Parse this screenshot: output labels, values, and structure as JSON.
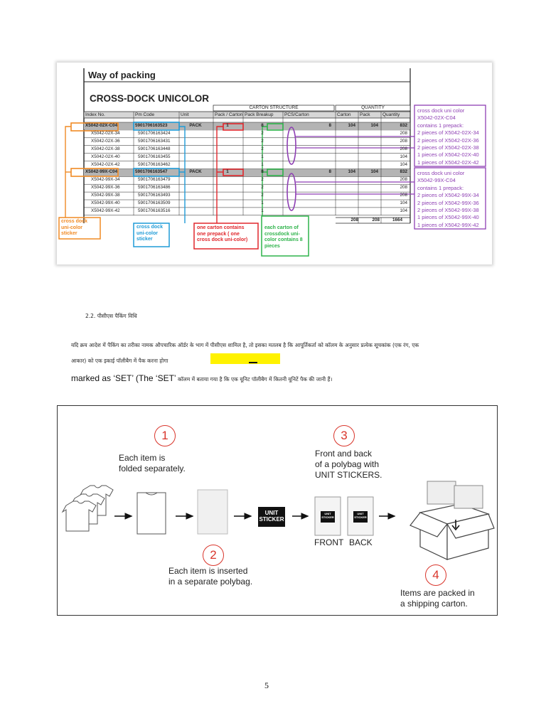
{
  "figure1": {
    "title": "Way of packing",
    "subtitle": "CROSS-DOCK UNICOLOR",
    "group_headers": {
      "carton_structure": "CARTON STRUCTURE",
      "quantity": "QUANTITY"
    },
    "columns": [
      "Index No.",
      "Pm Code",
      "Unit",
      "Pack / Carton",
      "Pack Breakup",
      "PCS/Carton",
      "Carton",
      "Pack",
      "Quantity"
    ],
    "rows": [
      {
        "index": "X5042-02X-C04",
        "code": "5901706163523",
        "unit": "PACK",
        "pack_carton": "1",
        "breakup": "8",
        "pcs": "8",
        "carton": "104",
        "pack": "104",
        "qty": "832"
      },
      {
        "index": "X5042-02X-34",
        "code": "5901706163424",
        "unit": "",
        "pack_carton": "",
        "breakup": "2",
        "pcs": "",
        "carton": "",
        "pack": "",
        "qty": "208"
      },
      {
        "index": "X5042-02X-36",
        "code": "5901706163431",
        "unit": "",
        "pack_carton": "",
        "breakup": "2",
        "pcs": "",
        "carton": "",
        "pack": "",
        "qty": "208"
      },
      {
        "index": "X5042-02X-38",
        "code": "5901706163448",
        "unit": "",
        "pack_carton": "",
        "breakup": "2",
        "pcs": "",
        "carton": "",
        "pack": "",
        "qty": "208"
      },
      {
        "index": "X5042-02X-40",
        "code": "5901706163455",
        "unit": "",
        "pack_carton": "",
        "breakup": "1",
        "pcs": "",
        "carton": "",
        "pack": "",
        "qty": "104"
      },
      {
        "index": "X5042-02X-42",
        "code": "5901706163462",
        "unit": "",
        "pack_carton": "",
        "breakup": "1",
        "pcs": "",
        "carton": "",
        "pack": "",
        "qty": "104"
      },
      {
        "index": "X5042-99X-C04",
        "code": "5901706163547",
        "unit": "PACK",
        "pack_carton": "1",
        "breakup": "8",
        "pcs": "8",
        "carton": "104",
        "pack": "104",
        "qty": "832"
      },
      {
        "index": "X5042-99X-34",
        "code": "5901706163479",
        "unit": "",
        "pack_carton": "",
        "breakup": "2",
        "pcs": "",
        "carton": "",
        "pack": "",
        "qty": "208"
      },
      {
        "index": "X5042-99X-36",
        "code": "5901706163486",
        "unit": "",
        "pack_carton": "",
        "breakup": "2",
        "pcs": "",
        "carton": "",
        "pack": "",
        "qty": "208"
      },
      {
        "index": "X5042-99X-38",
        "code": "5901706163493",
        "unit": "",
        "pack_carton": "",
        "breakup": "2",
        "pcs": "",
        "carton": "",
        "pack": "",
        "qty": "208"
      },
      {
        "index": "X5042-99X-40",
        "code": "5901706163509",
        "unit": "",
        "pack_carton": "",
        "breakup": "1",
        "pcs": "",
        "carton": "",
        "pack": "",
        "qty": "104"
      },
      {
        "index": "X5042-99X-42",
        "code": "5901706163516",
        "unit": "",
        "pack_carton": "",
        "breakup": "1",
        "pcs": "",
        "carton": "",
        "pack": "",
        "qty": "104"
      }
    ],
    "totals": {
      "carton": "208",
      "pack": "208",
      "qty": "1664"
    },
    "notes": {
      "orange": [
        "cross dock",
        "uni-color",
        "sticker"
      ],
      "blue": [
        "cross dock",
        "uni-color",
        "sticker"
      ],
      "red": [
        "one carton contains",
        "one  prepack ( one",
        "cross dock uni-color)"
      ],
      "green": [
        "each carton of",
        "crossdock uni-",
        "color contains 8",
        "pieces"
      ]
    },
    "side_notes": {
      "first": [
        "cross dock uni color",
        "X5042-02X-C04",
        "contains 1 prepack:",
        "2 pieces of X5042-02X-34",
        "2 pieces of X5042-02X-36",
        "2 pieces of X5042-02X-38",
        "1 pieces of X5042-02X-40",
        "1 pieces of X5042-02X-42"
      ],
      "second": [
        "cross dock uni color",
        "X5042-99X-C04",
        "contains 1 prepack:",
        "2 pieces of X5042-99X-34",
        "2 pieces of X5042-99X-36",
        "2 pieces of X5042-99X-38",
        "1 pieces of X5042-99X-40",
        "1 pieces of X5042-99X-42"
      ]
    },
    "colors": {
      "orange": "#f08a24",
      "blue": "#1e9bd7",
      "red": "#e0262b",
      "green": "#2db34a",
      "purple": "#8e3fb3"
    }
  },
  "section": {
    "heading": "2.2. पीसीएस पैकिंग विधि",
    "para_line1": "यदि क्रय आदेश में पैकिंग का तरीका नामक औपचारिक ऑर्डर के भाग में पीसीएस शामिल है, तो इसका मतलब है कि आपूर्तिकर्ता को कॉलम के अनुसार प्रत्येक सूचकांक (एक रंग, एक",
    "para_line2": "आकार) को एक इकाई पॉलीबैग में पैक करना होगा",
    "highlight_color": "#fff200",
    "marked_prefix": "marked as ‘SET’ (The ‘SET’",
    "marked_suffix": " कॉलम में बताया गया है कि एक यूनिट पॉलीबैग में कितनी यूनिटें पैक की जानी हैं।"
  },
  "figure2": {
    "step1_num": "1",
    "step1_caption": [
      "Each item is",
      "folded separately."
    ],
    "step2_num": "2",
    "step2_caption": [
      "Each item is inserted",
      "in a separate polybag."
    ],
    "step3_num": "3",
    "step3_caption": [
      "Front and back",
      "of a polybag with",
      "UNIT STICKERS."
    ],
    "step4_num": "4",
    "step4_caption": [
      "Items are packed in",
      "a shipping carton."
    ],
    "sticker_text": [
      "UNIT",
      "STICKER"
    ],
    "small_sticker_text": [
      "UNIT",
      "STICKER"
    ],
    "front_label": "FRONT",
    "back_label": "BACK"
  },
  "page_number": "5"
}
